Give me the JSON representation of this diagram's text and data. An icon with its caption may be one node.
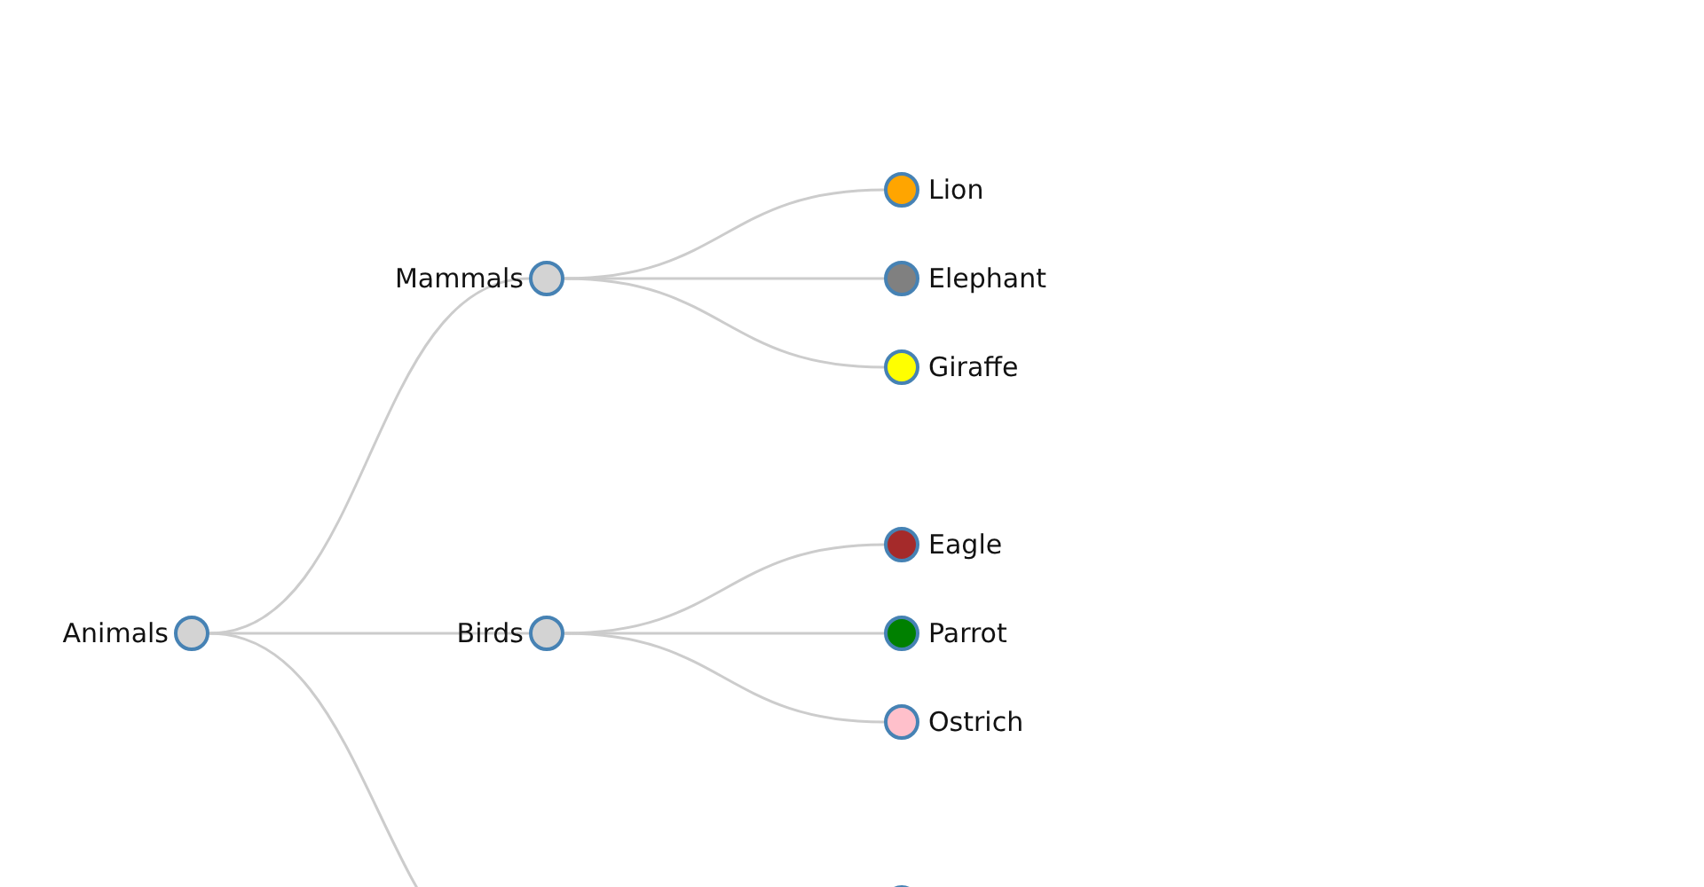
{
  "diagram": {
    "nodes": [
      {
        "text": [
          "Animals"
        ]
      },
      {
        "text": [
          "Mammals"
        ]
      },
      {
        "text": [
          "Lion"
        ]
      },
      {
        "text": [
          "Elephant"
        ]
      },
      {
        "text": [
          "Giraffe"
        ]
      },
      {
        "text": [
          "Birds"
        ]
      },
      {
        "text": [
          "Eagle"
        ]
      },
      {
        "text": [
          "Parrot"
        ]
      },
      {
        "text": [
          "Ostrich"
        ]
      },
      {
        "text": [],
        "shape": "circle"
      }
    ],
    "edges": [
      {
        "from": 0,
        "to": 1,
        "arrow": "none"
      },
      {
        "from": 0,
        "to": 5,
        "arrow": "none"
      },
      {
        "from": 0,
        "to": null,
        "arrow": "none"
      },
      {
        "from": 1,
        "to": 2,
        "arrow": "none"
      },
      {
        "from": 1,
        "to": 3,
        "arrow": "none"
      },
      {
        "from": 1,
        "to": 4,
        "arrow": "none"
      },
      {
        "from": 5,
        "to": 6,
        "arrow": "none"
      },
      {
        "from": 5,
        "to": 7,
        "arrow": "none"
      },
      {
        "from": 5,
        "to": 8,
        "arrow": "none"
      }
    ]
  }
}
